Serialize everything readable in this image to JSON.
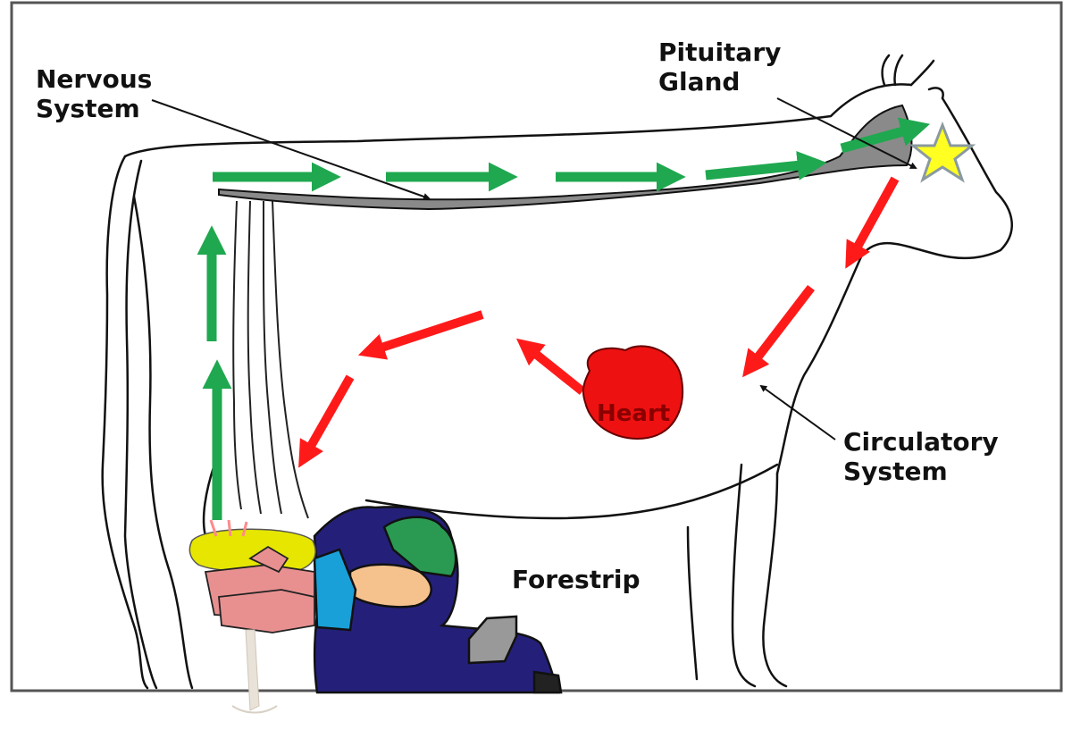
{
  "labels": {
    "nervous_line1": "Nervous",
    "nervous_line2": "System",
    "pituitary_line1": "Pituitary",
    "pituitary_line2": "Gland",
    "heart": "Heart",
    "circulatory_line1": "Circulatory",
    "circulatory_line2": "System",
    "forestrip": "Forestrip"
  },
  "colors": {
    "nerve_arrow": "#1fa84f",
    "blood_arrow": "#ff1a1a",
    "heart": "#ee1111",
    "pituitary_star": "#ffff22",
    "spinal_cord": "#888888",
    "udder": "#e6e600",
    "milker_clothes": "#24207a",
    "milker_shirt": "#2a9a52",
    "milker_sleeve": "#1aa0d8",
    "milker_skin": "#f5c28e",
    "glove": "#e89090"
  }
}
